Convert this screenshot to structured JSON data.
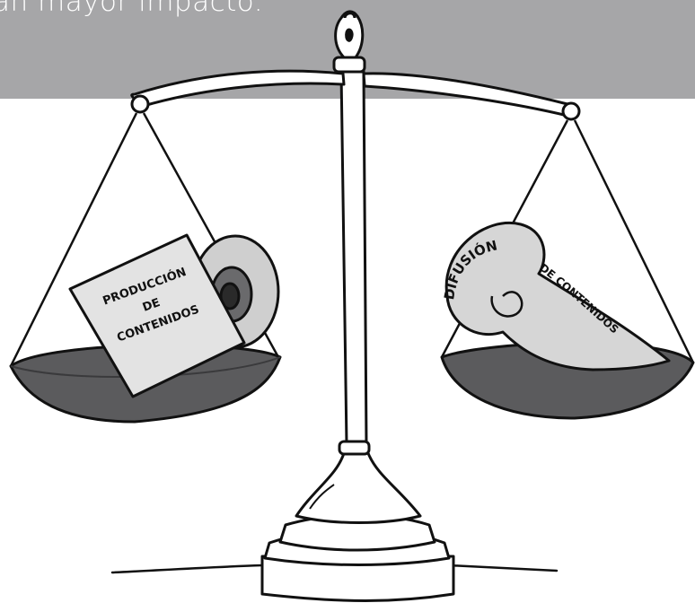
{
  "banner": {
    "text": "an mayor impacto."
  },
  "illustration": {
    "left_pan_label": {
      "line1": "PRODUCCIÓN",
      "line2": "DE",
      "line3": "CONTENIDOS"
    },
    "right_pan_label": {
      "part1": "DIFUSIÓN",
      "part2": "DE CONTENIDOS"
    }
  },
  "colors": {
    "banner": "#a6a6a8",
    "pan": "#5b5b5d",
    "pan_rim": "#3a3a3c",
    "paper": "#e3e3e3",
    "outline": "#111111",
    "background": "#ffffff"
  }
}
